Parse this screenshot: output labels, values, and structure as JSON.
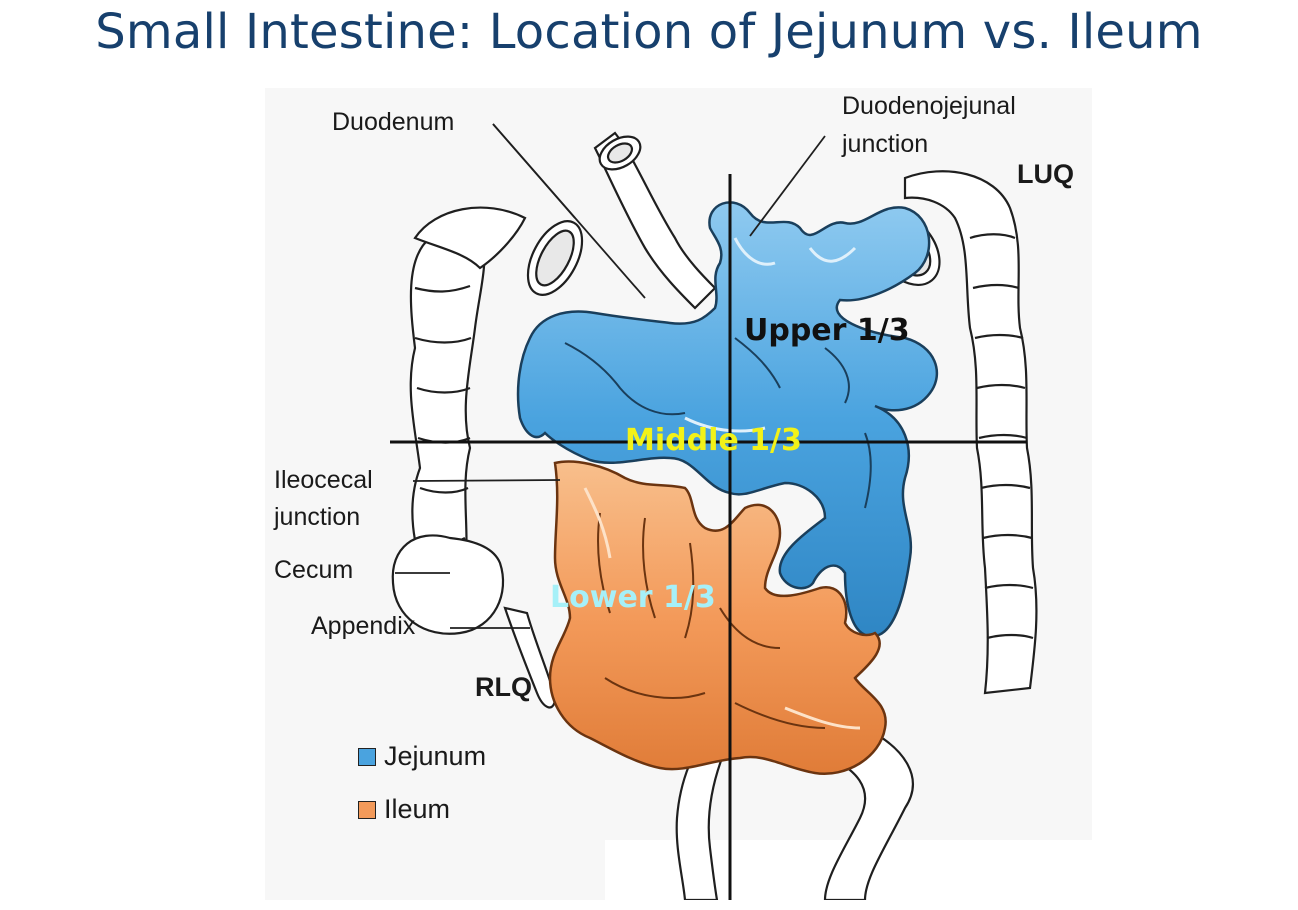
{
  "title": "Small Intestine: Location of Jejunum vs. Ileum",
  "labels": {
    "duodenum": "Duodenum",
    "dj_line1": "Duodenojejunal",
    "dj_line2": "junction",
    "ileocecal_line1": "Ileocecal",
    "ileocecal_line2": "junction",
    "cecum": "Cecum",
    "appendix": "Appendix"
  },
  "quadrants": {
    "luq": "LUQ",
    "rlq": "RLQ"
  },
  "thirds": {
    "upper": "Upper 1/3",
    "middle": "Middle 1/3",
    "lower": "Lower 1/3"
  },
  "legend": [
    {
      "label": "Jejunum",
      "color": "#4aa3df"
    },
    {
      "label": "Ileum",
      "color": "#f39a5a"
    }
  ],
  "colors": {
    "jejunum": "#4aa3df",
    "ileum": "#f39a5a",
    "title": "#17406d",
    "middle_label": "#f2f218",
    "lower_label": "#a6f0f8"
  }
}
